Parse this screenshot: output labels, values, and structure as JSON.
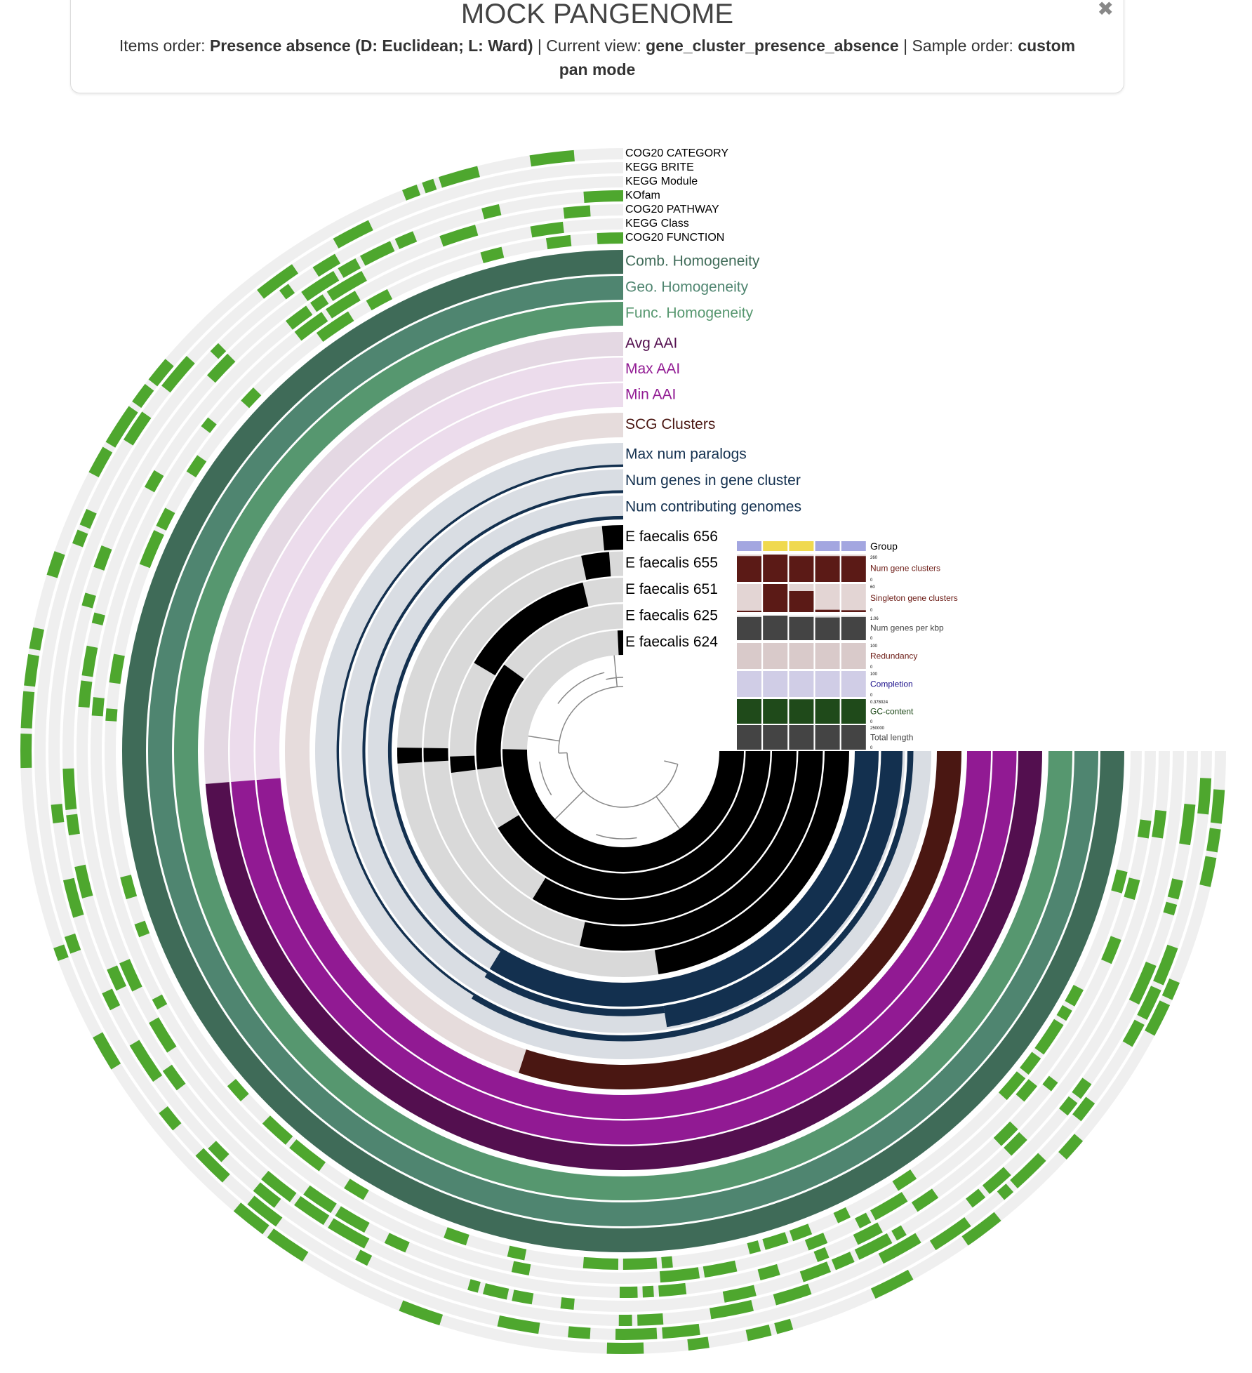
{
  "header": {
    "title": "MOCK PANGENOME",
    "items_order_label": "Items order:",
    "items_order": "Presence absence (D: Euclidean; L: Ward)",
    "current_view_label": "| Current view:",
    "current_view": "gene_cluster_presence_absence",
    "sample_order_label": "| Sample order:",
    "sample_order": "custom",
    "mode": "pan mode",
    "close_icon": "close-icon"
  },
  "chart_data": {
    "type": "circular-phylogram",
    "arc_span_degrees": 270,
    "function_layers": [
      {
        "name": "COG20 FUNCTION",
        "color": "#4ea72e",
        "bg": "#efefef",
        "density": 0.3,
        "seed": 7
      },
      {
        "name": "KEGG Class",
        "color": "#4ea72e",
        "bg": "#efefef",
        "density": 0.22,
        "seed": 11
      },
      {
        "name": "COG20 PATHWAY",
        "color": "#4ea72e",
        "bg": "#efefef",
        "density": 0.25,
        "seed": 13
      },
      {
        "name": "KOfam",
        "color": "#4ea72e",
        "bg": "#efefef",
        "density": 0.35,
        "seed": 17
      },
      {
        "name": "KEGG Module",
        "color": "#4ea72e",
        "bg": "#efefef",
        "density": 0.22,
        "seed": 19
      },
      {
        "name": "KEGG BRITE",
        "color": "#4ea72e",
        "bg": "#efefef",
        "density": 0.35,
        "seed": 23
      },
      {
        "name": "COG20 CATEGORY",
        "color": "#4ea72e",
        "bg": "#efefef",
        "density": 0.38,
        "seed": 29
      }
    ],
    "homogeneity_layers": [
      {
        "name": "Func. Homogeneity",
        "color": "#56976f",
        "bg": "#dfeee4"
      },
      {
        "name": "Geo. Homogeneity",
        "color": "#4f8570",
        "bg": "#dde9e3"
      },
      {
        "name": "Comb. Homogeneity",
        "color": "#3f6b58",
        "bg": "#dbe4df"
      }
    ],
    "aai_layers": [
      {
        "name": "Min AAI",
        "color": "#911a93",
        "bg": "#ecdcec",
        "segments": [
          [
            0.35,
            1.0,
            1.0
          ]
        ]
      },
      {
        "name": "Max AAI",
        "color": "#911a93",
        "bg": "#ecdcec",
        "segments": [
          [
            0.35,
            1.0,
            1.0
          ]
        ]
      },
      {
        "name": "Avg AAI",
        "color": "#530f4f",
        "bg": "#e4d8e3",
        "segments": [
          [
            0.35,
            1.0,
            1.0
          ]
        ]
      }
    ],
    "scg_layer": {
      "name": "SCG Clusters",
      "color": "#4a1712",
      "bg": "#e6dcdc",
      "segments": [
        [
          0.6,
          1.0,
          1.0
        ]
      ]
    },
    "count_layers": [
      {
        "name": "Num contributing genomes",
        "label": "Num contributing genomes",
        "color": "#13304f",
        "bg": "#d9dde3",
        "segments": [
          [
            0.0,
            0.55,
            0.15
          ],
          [
            0.55,
            1.0,
            1.0
          ]
        ]
      },
      {
        "name": "Num genes in gene cluster",
        "label": "Num genes in gene cluster",
        "color": "#13304f",
        "bg": "#d9dde3",
        "segments": [
          [
            0.0,
            0.55,
            0.12
          ],
          [
            0.55,
            0.7,
            0.3
          ],
          [
            0.7,
            1.0,
            0.9
          ]
        ]
      },
      {
        "name": "Max num paralogs",
        "label": "Max num paralogs",
        "color": "#13304f",
        "bg": "#d9dde3",
        "segments": [
          [
            0.0,
            0.55,
            0.1
          ],
          [
            0.55,
            1.0,
            0.25
          ]
        ]
      }
    ],
    "samples": [
      {
        "name": "E faecalis 624",
        "color": "#000000",
        "bg": "#d9d9d9",
        "present": [
          [
            0.0,
            0.01
          ],
          [
            0.33,
            1.0
          ]
        ]
      },
      {
        "name": "E faecalis 625",
        "color": "#000000",
        "bg": "#d9d9d9",
        "present": [
          [
            0.2,
            0.36
          ],
          [
            0.45,
            1.0
          ]
        ]
      },
      {
        "name": "E faecalis 651",
        "color": "#000000",
        "bg": "#d9d9d9",
        "present": [
          [
            0.05,
            0.22
          ],
          [
            0.34,
            0.36
          ],
          [
            0.55,
            1.0
          ]
        ]
      },
      {
        "name": "E faecalis 655",
        "color": "#000000",
        "bg": "#d9d9d9",
        "present": [
          [
            0.015,
            0.045
          ],
          [
            0.33,
            0.345
          ],
          [
            0.62,
            1.0
          ]
        ]
      },
      {
        "name": "E faecalis 656",
        "color": "#000000",
        "bg": "#d9d9d9",
        "present": [
          [
            0.0,
            0.02
          ],
          [
            0.33,
            0.345
          ],
          [
            0.7,
            1.0
          ]
        ]
      }
    ],
    "sample_info": {
      "columns": [
        "E faecalis 656",
        "E faecalis 655",
        "E faecalis 651",
        "E faecalis 625",
        "E faecalis 624"
      ],
      "group": {
        "label": "Group",
        "values": [
          "#a3a6e0",
          "#f0d94f",
          "#f0d94f",
          "#a3a6e0",
          "#a3a6e0"
        ]
      },
      "bars": [
        {
          "label": "Num gene clusters",
          "max": "260",
          "min": "0",
          "maxval": 260,
          "values": [
            245,
            260,
            245,
            245,
            245
          ],
          "color": "#5b1a16",
          "bg": "#e3d5d4",
          "text": "#6b1a14"
        },
        {
          "label": "Singleton gene clusters",
          "max": "60",
          "min": "0",
          "maxval": 60,
          "values": [
            3,
            60,
            45,
            5,
            4
          ],
          "color": "#5b1a16",
          "bg": "#e3d5d4",
          "text": "#6b1a14"
        },
        {
          "label": "Num genes per kbp",
          "max": "1.06",
          "min": "0",
          "maxval": 1.06,
          "values": [
            1.0,
            1.06,
            1.0,
            0.98,
            1.0
          ],
          "color": "#444444",
          "bg": "#dddddd",
          "text": "#444444"
        },
        {
          "label": "Redundancy",
          "max": "100",
          "min": "0",
          "maxval": 100,
          "values": [
            0,
            0,
            0,
            0,
            0
          ],
          "color": "#6b1a14",
          "bg": "#d9caca",
          "text": "#6b1a14"
        },
        {
          "label": "Completion",
          "max": "100",
          "min": "0",
          "maxval": 100,
          "values": [
            0,
            0,
            0,
            0,
            0
          ],
          "color": "#1a0f8a",
          "bg": "#d0cde6",
          "text": "#1a0f8a"
        },
        {
          "label": "GC-content",
          "max": "0.378024",
          "min": "0",
          "maxval": 0.378024,
          "values": [
            0.378,
            0.378,
            0.375,
            0.378,
            0.378
          ],
          "color": "#1f4a1a",
          "bg": "#d5ded4",
          "text": "#1f4a1a"
        },
        {
          "label": "Total length",
          "max": "250000",
          "min": "0",
          "maxval": 250000,
          "values": [
            250000,
            250000,
            250000,
            250000,
            250000
          ],
          "color": "#444444",
          "bg": "#dddddd",
          "text": "#444444"
        }
      ]
    }
  }
}
